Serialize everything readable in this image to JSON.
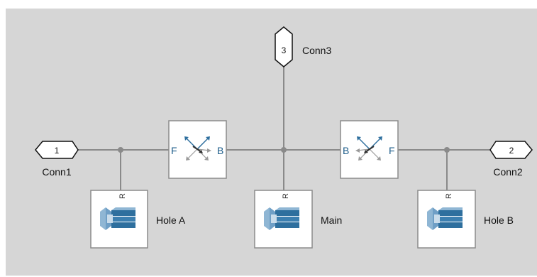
{
  "colors": {
    "canvas": "#d6d6d6",
    "wire": "#8a8a8a",
    "block_border": "#8c8c8c",
    "icon_blue_dark": "#2e6f9e",
    "icon_blue_light": "#8fb6d4"
  },
  "ports": [
    {
      "id": "conn1",
      "number": "1",
      "label": "Conn1"
    },
    {
      "id": "conn2",
      "number": "2",
      "label": "Conn2"
    },
    {
      "id": "conn3",
      "number": "3",
      "label": "Conn3"
    }
  ],
  "sensors": [
    {
      "id": "sensor-left",
      "left_port": "F",
      "right_port": "B"
    },
    {
      "id": "sensor-right",
      "left_port": "B",
      "right_port": "F"
    }
  ],
  "blocks": [
    {
      "id": "hole-a",
      "label": "Hole A",
      "port": "R"
    },
    {
      "id": "main",
      "label": "Main",
      "port": "R"
    },
    {
      "id": "hole-b",
      "label": "Hole B",
      "port": "R"
    }
  ]
}
